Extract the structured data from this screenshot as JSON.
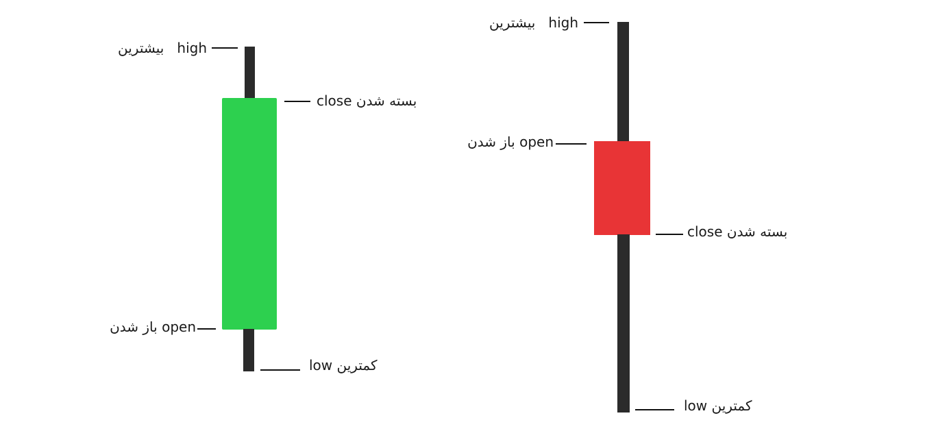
{
  "colors": {
    "bullish": "#2dd04f",
    "bearish": "#e83436",
    "wick": "#2b2b2b",
    "leader": "#111111",
    "background": "#ffffff"
  },
  "bullish_candle": {
    "high": {
      "en": "high",
      "fa": "بیشترین"
    },
    "close": {
      "en": "close",
      "fa": "بسته شدن"
    },
    "open": {
      "en": "open",
      "fa": "باز شدن"
    },
    "low": {
      "en": "low",
      "fa": "کمترین"
    }
  },
  "bearish_candle": {
    "high": {
      "en": "high",
      "fa": "بیشترین"
    },
    "open": {
      "en": "open",
      "fa": "باز شدن"
    },
    "close": {
      "en": "close",
      "fa": "بسته شدن"
    },
    "low": {
      "en": "low",
      "fa": "کمترین"
    }
  }
}
